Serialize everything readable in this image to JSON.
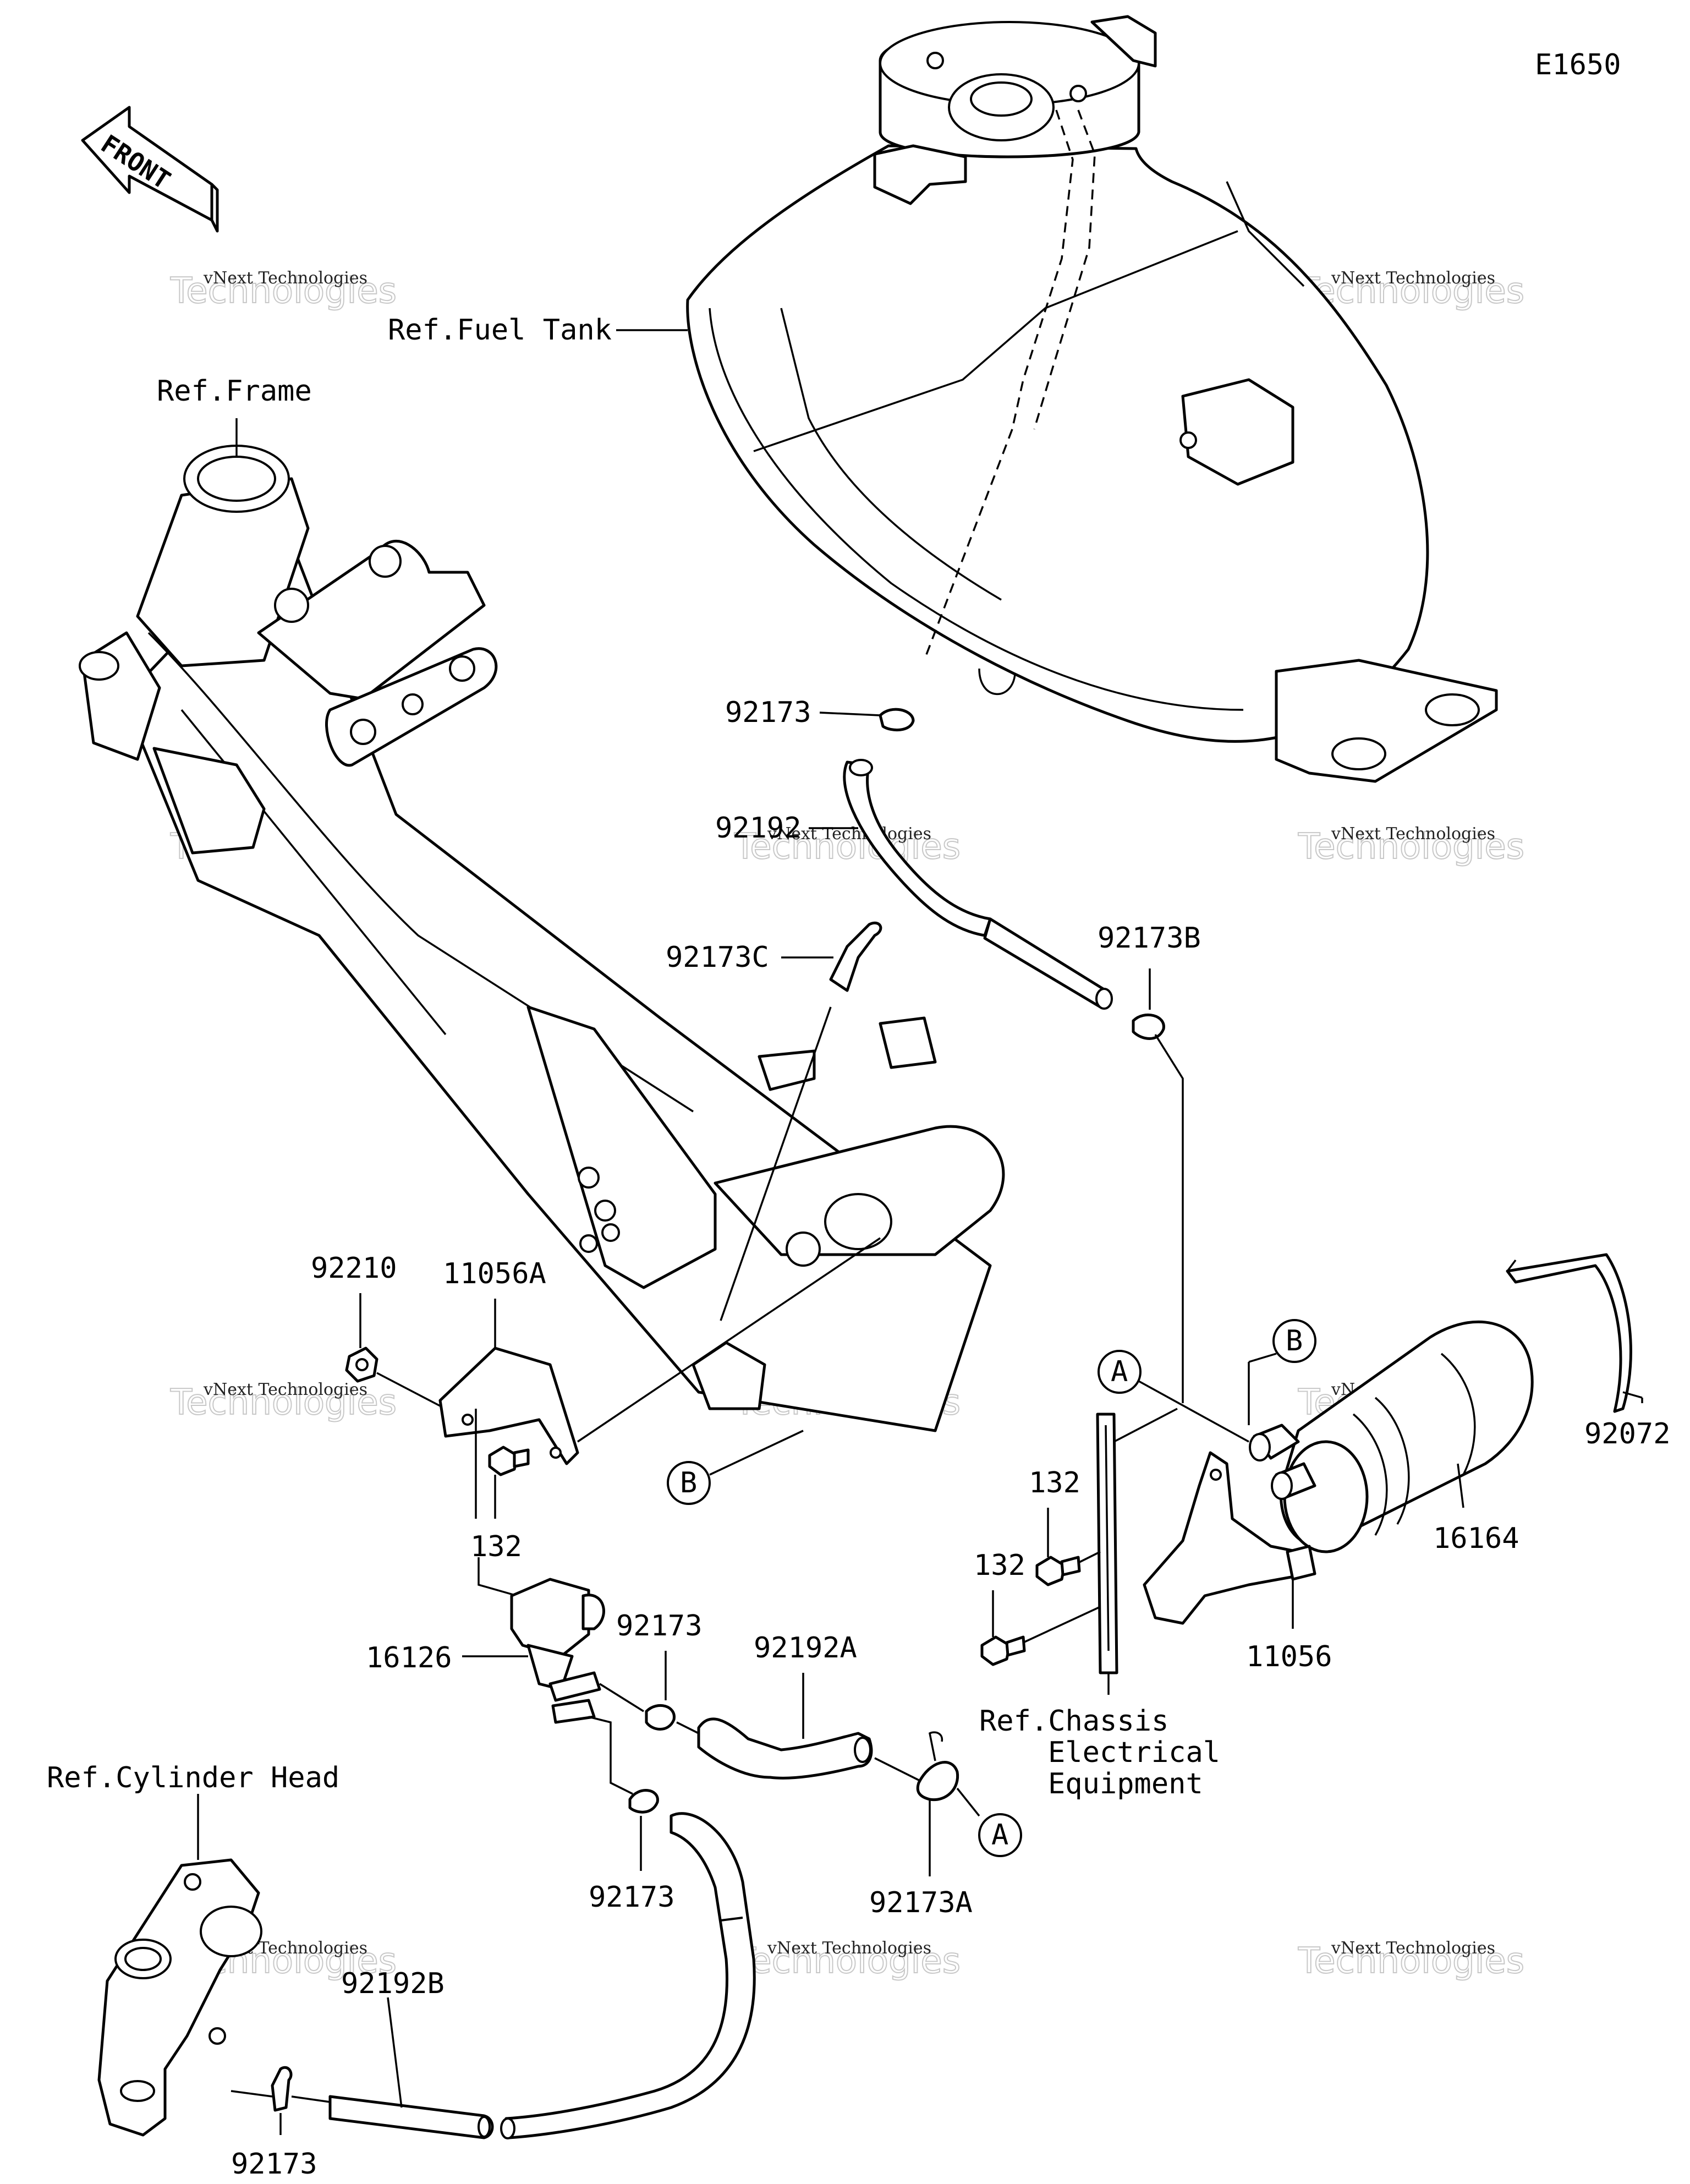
{
  "diagram_code": "E1650",
  "front_arrow_label": "FRONT",
  "watermark": {
    "line1": "vNext Technologies",
    "line2": "Technologies"
  },
  "references": {
    "fuel_tank": "Ref.Fuel Tank",
    "frame": "Ref.Frame",
    "cylinder_head": "Ref.Cylinder Head",
    "chassis_line1": "Ref.Chassis",
    "chassis_line2": "Electrical",
    "chassis_line3": "Equipment"
  },
  "callouts": {
    "a": "A",
    "b": "B"
  },
  "parts": {
    "clamp_tank": "92173",
    "hose_92192": "92192",
    "clamp_92173c": "92173C",
    "clamp_92173b": "92173B",
    "nut_92210": "92210",
    "bracket_11056a": "11056A",
    "bolt_132_left": "132",
    "valve_16126": "16126",
    "clamp_valve_upper": "92173",
    "hose_92192a": "92192A",
    "clamp_valve_lower": "92173",
    "clamp_92173a": "92173A",
    "hose_92192b": "92192B",
    "clamp_bottom": "92173",
    "bolt_132_upper": "132",
    "bolt_132_lower": "132",
    "bracket_11056": "11056",
    "canister_16164": "16164",
    "band_92072": "92072"
  }
}
